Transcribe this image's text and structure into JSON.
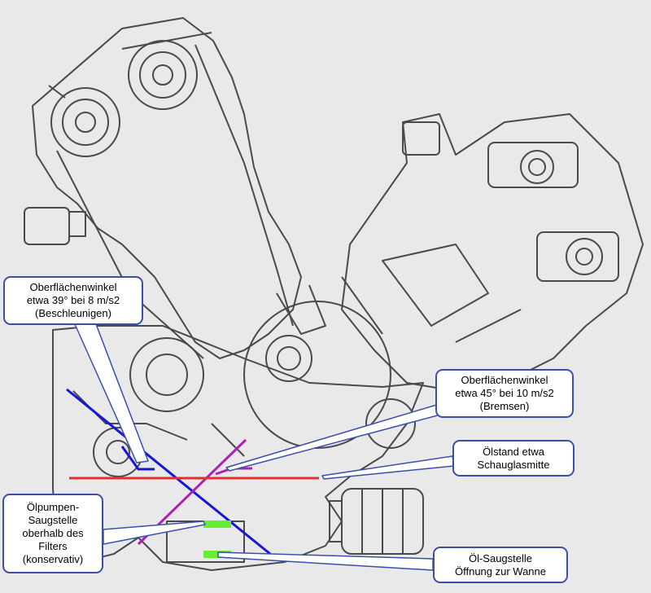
{
  "colors": {
    "background": "#e9e9e9",
    "drawing_line": "#4a4a4a",
    "callout_border": "#3a4fa8",
    "accel_surface": "#1616d8",
    "brake_surface": "#b020b0",
    "oil_level": "#e23030",
    "suction_marker": "#66ee33"
  },
  "callouts": {
    "accel_angle": {
      "line1": "Oberflächenwinkel",
      "line2": "etwa 39° bei 8 m/s2",
      "line3": "(Beschleunigen)"
    },
    "brake_angle": {
      "line1": "Oberflächenwinkel",
      "line2": "etwa 45° bei 10 m/s2",
      "line3": "(Bremsen)"
    },
    "oil_level": {
      "line1": "Ölstand etwa",
      "line2": "Schauglasmitte"
    },
    "pump_suction": {
      "line1": "Ölpumpen-",
      "line2": "Saugstelle",
      "line3": "oberhalb des",
      "line4": "Filters",
      "line5": "(konservativ)"
    },
    "oil_suction": {
      "line1": "Öl-Saugstelle",
      "line2": "Öffnung zur Wanne"
    }
  }
}
